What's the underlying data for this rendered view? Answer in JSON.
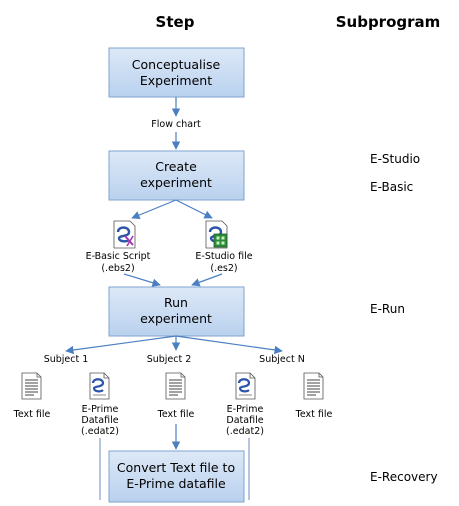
{
  "headers": {
    "step": "Step",
    "subprogram": "Subprogram"
  },
  "steps": {
    "conceptualise": [
      "Conceptualise",
      "Experiment"
    ],
    "create": [
      "Create",
      "experiment"
    ],
    "run": [
      "Run",
      "experiment"
    ],
    "convert": [
      "Convert Text file to",
      "E-Prime datafile"
    ]
  },
  "edge_labels": {
    "flow_chart": "Flow chart"
  },
  "scripts": {
    "basic": [
      "E-Basic Script",
      "(.ebs2)"
    ],
    "studio": [
      "E-Studio file",
      "(.es2)"
    ]
  },
  "subjects": [
    {
      "label": "Subject 1",
      "text_file": "Text file",
      "datafile": [
        "E-Prime",
        "Datafile",
        "(.edat2)"
      ]
    },
    {
      "label": "Subject 2",
      "text_file": "Text file",
      "datafile": [
        "E-Prime",
        "Datafile",
        "(.edat2)"
      ]
    },
    {
      "label": "Subject N",
      "text_file": "Text file"
    }
  ],
  "subprograms": {
    "studio": "E-Studio",
    "basic": "E-Basic",
    "run": "E-Run",
    "recovery": "E-Recovery"
  },
  "colors": {
    "box_fill": "#c5d9f1",
    "box_stroke": "#7fa3cf",
    "arrow": "#4a7fc1",
    "icon_blue": "#2b55a8",
    "icon_green": "#2e8b3a"
  }
}
